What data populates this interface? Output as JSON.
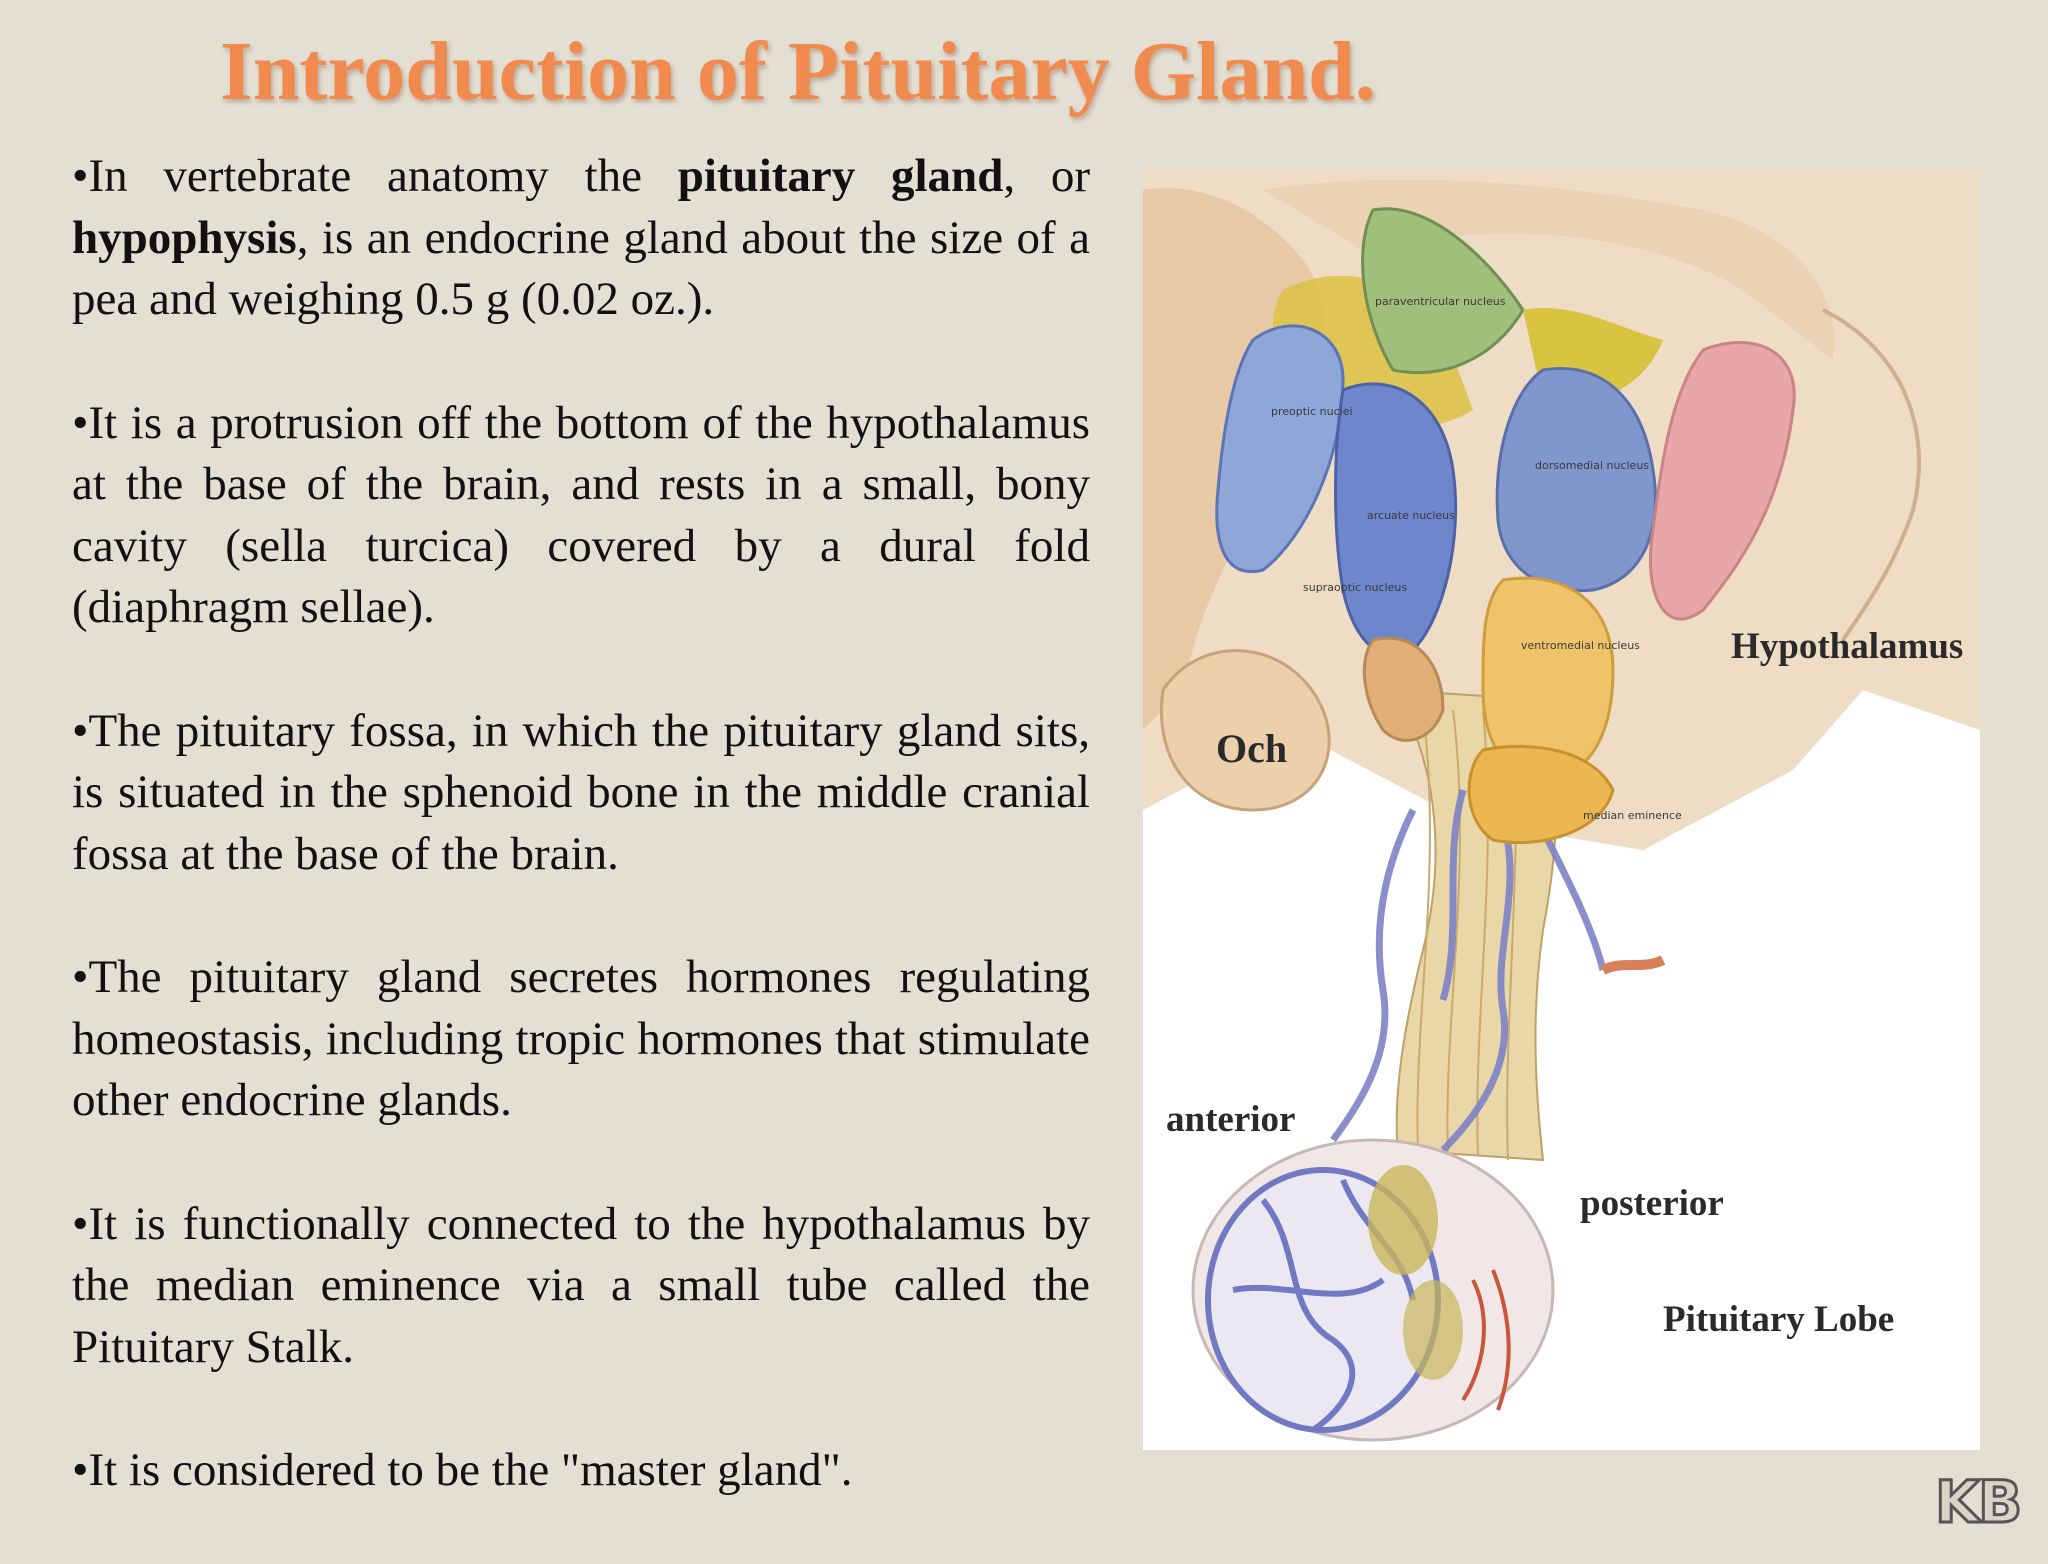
{
  "title": "Introduction of Pituitary Gland.",
  "paragraphs": [
    {
      "p1": "•In vertebrate anatomy the ",
      "b1": "pituitary gland",
      "p2": ", or ",
      "b2": "hypophysis",
      "p3": ", is an endocrine gland about the size of a pea and weighing 0.5 g (0.02 oz.)."
    },
    {
      "text": "•It is a protrusion off the bottom of the hypothalamus at the base of the brain, and rests in a small, bony cavity (sella turcica) covered by a dural fold (diaphragm sellae)."
    },
    {
      "text": "•The pituitary fossa, in which the pituitary gland sits, is situated in the sphenoid bone in the middle cranial fossa at the base of the brain."
    },
    {
      "text": "•The pituitary gland secretes hormones regulating homeostasis, including tropic hormones that stimulate other endocrine glands."
    },
    {
      "text": "•It is functionally connected to the hypothalamus by the median eminence via a small tube called the Pituitary Stalk."
    },
    {
      "text": "•It is considered to be the \"master gland\"."
    }
  ],
  "figure": {
    "labels": {
      "hypothalamus": "Hypothalamus",
      "och": "Och",
      "anterior": "anterior",
      "posterior": "posterior",
      "pituitary_lobe": "Pituitary Lobe"
    },
    "small_labels": {
      "paraventricular": "paraventricular nucleus",
      "preoptic": "preoptic nuclei",
      "dorsomedial": "dorsomedial nucleus",
      "arcuate": "arcuate nucleus",
      "supraoptic": "supraoptic nucleus",
      "ventromedial": "ventromedial nucleus",
      "median": "median eminence"
    }
  },
  "logo": "KB"
}
